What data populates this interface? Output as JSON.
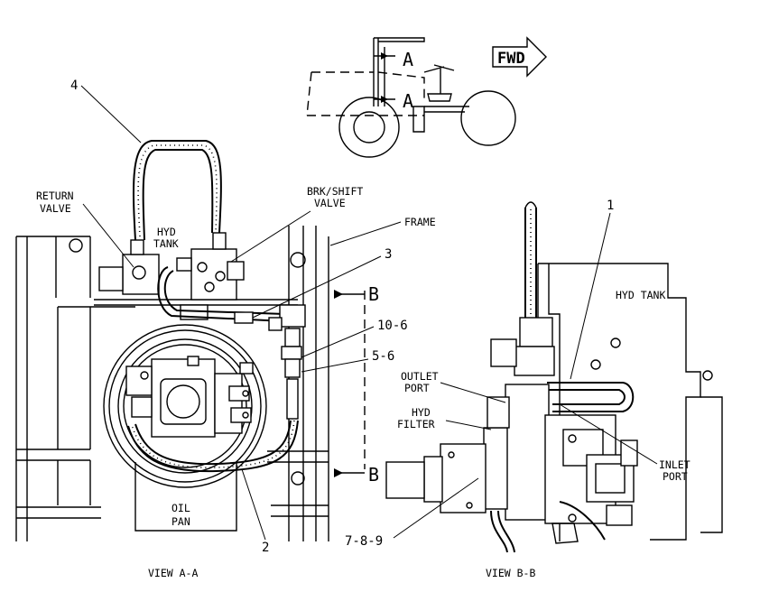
{
  "title": "",
  "direction": {
    "fwd_label": "FWD"
  },
  "section_marks": {
    "a_upper": "A",
    "a_lower": "A",
    "b_upper": "B",
    "b_lower": "B"
  },
  "views": {
    "left_caption": "VIEW A-A",
    "right_caption": "VIEW B-B"
  },
  "left_view": {
    "labels": {
      "return_valve_line1": "RETURN",
      "return_valve_line2": "VALVE",
      "hyd_tank_line1": "HYD",
      "hyd_tank_line2": "TANK",
      "brk_shift_line1": "BRK/SHIFT",
      "brk_shift_line2": "VALVE",
      "frame": "FRAME",
      "oil_pan_line1": "OIL",
      "oil_pan_line2": "PAN"
    },
    "callouts": [
      "4",
      "3",
      "10-6",
      "5-6",
      "2"
    ]
  },
  "right_view": {
    "labels": {
      "hyd_tank": "HYD TANK",
      "outlet_port_line1": "OUTLET",
      "outlet_port_line2": "PORT",
      "hyd_filter_line1": "HYD",
      "hyd_filter_line2": "FILTER",
      "inlet_port_line1": "INLET",
      "inlet_port_line2": "PORT"
    },
    "callouts": [
      "1",
      "7-8-9"
    ]
  },
  "icons": [
    "forward-arrow-icon",
    "section-arrow-icon"
  ]
}
